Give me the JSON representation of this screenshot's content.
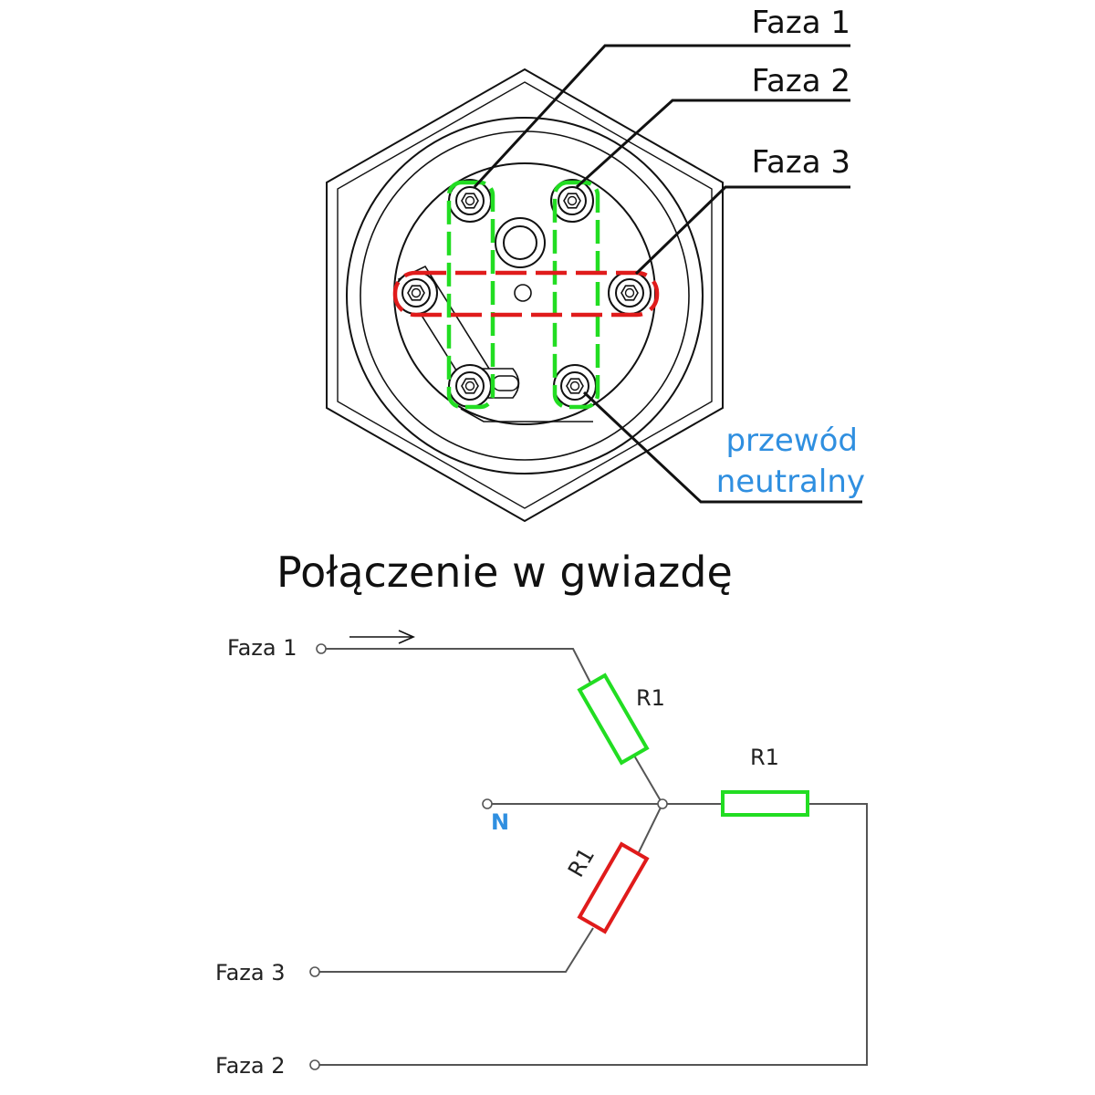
{
  "top_view": {
    "labels": {
      "faza1": "Faza 1",
      "faza2": "Faza 2",
      "faza3": "Faza 3",
      "neutral_line1": "przewód",
      "neutral_line2": "neutralny"
    }
  },
  "title": "Połączenie w gwiazdę",
  "schematic": {
    "terminals": {
      "faza1": "Faza 1",
      "faza3": "Faza 3",
      "faza2": "Faza 2",
      "neutral": "N"
    },
    "resistors": {
      "r_top": "R1",
      "r_right": "R1",
      "r_bottom": "R1"
    }
  },
  "colors": {
    "green": "#22dd22",
    "red": "#e01b1b",
    "blue": "#2f8fe0",
    "line": "#111111",
    "wire": "#555555"
  }
}
